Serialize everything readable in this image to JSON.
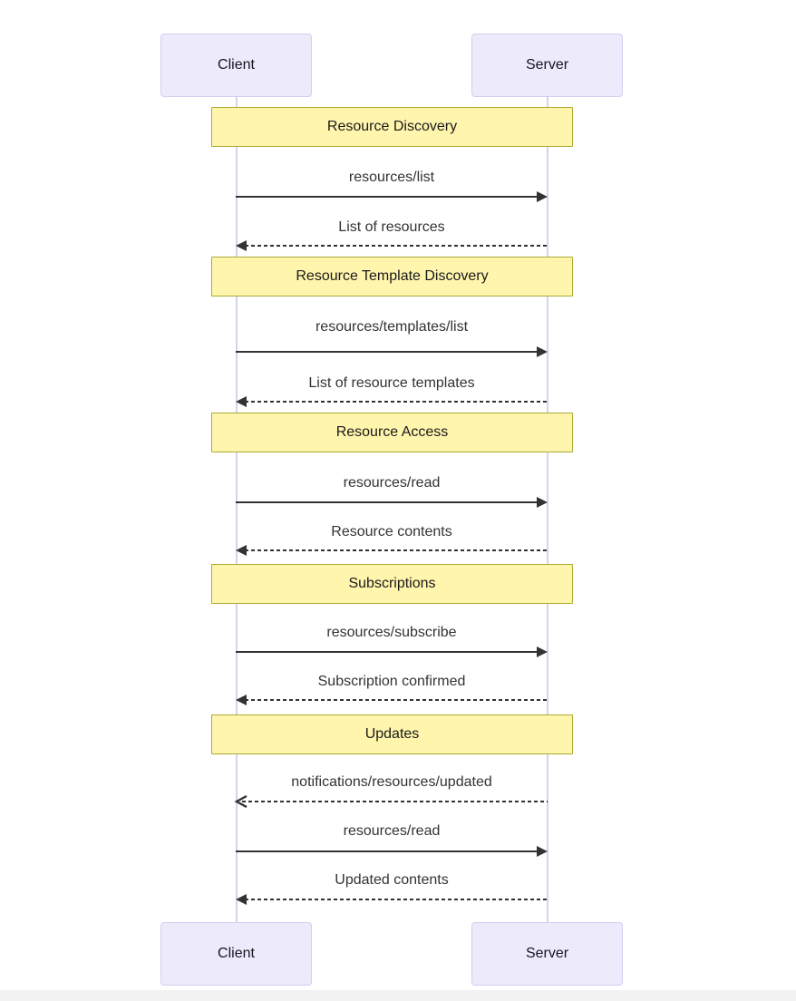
{
  "diagram_type": "sequence",
  "actors": [
    {
      "name": "Client"
    },
    {
      "name": "Server"
    }
  ],
  "sections": [
    {
      "title": "Resource Discovery",
      "messages": [
        {
          "label": "resources/list",
          "from": "Client",
          "to": "Server",
          "line": "solid",
          "arrowhead": "filled"
        },
        {
          "label": "List of resources",
          "from": "Server",
          "to": "Client",
          "line": "dashed",
          "arrowhead": "filled"
        }
      ]
    },
    {
      "title": "Resource Template Discovery",
      "messages": [
        {
          "label": "resources/templates/list",
          "from": "Client",
          "to": "Server",
          "line": "solid",
          "arrowhead": "filled"
        },
        {
          "label": "List of resource templates",
          "from": "Server",
          "to": "Client",
          "line": "dashed",
          "arrowhead": "filled"
        }
      ]
    },
    {
      "title": "Resource Access",
      "messages": [
        {
          "label": "resources/read",
          "from": "Client",
          "to": "Server",
          "line": "solid",
          "arrowhead": "filled"
        },
        {
          "label": "Resource contents",
          "from": "Server",
          "to": "Client",
          "line": "dashed",
          "arrowhead": "filled"
        }
      ]
    },
    {
      "title": "Subscriptions",
      "messages": [
        {
          "label": "resources/subscribe",
          "from": "Client",
          "to": "Server",
          "line": "solid",
          "arrowhead": "filled"
        },
        {
          "label": "Subscription confirmed",
          "from": "Server",
          "to": "Client",
          "line": "dashed",
          "arrowhead": "filled"
        }
      ]
    },
    {
      "title": "Updates",
      "messages": [
        {
          "label": "notifications/resources/updated",
          "from": "Server",
          "to": "Client",
          "line": "dashed",
          "arrowhead": "open"
        },
        {
          "label": "resources/read",
          "from": "Client",
          "to": "Server",
          "line": "solid",
          "arrowhead": "filled"
        },
        {
          "label": "Updated contents",
          "from": "Server",
          "to": "Client",
          "line": "dashed",
          "arrowhead": "filled"
        }
      ]
    }
  ],
  "colors": {
    "actor_fill": "#eceafb",
    "actor_border": "#d5cdf0",
    "note_fill": "#fff5ad",
    "note_border": "#aaaa33",
    "lifeline": "#d8d2ec",
    "arrow": "#333333",
    "message_text": "#333333",
    "actor_text": "#16161d",
    "background": "#ffffff"
  }
}
